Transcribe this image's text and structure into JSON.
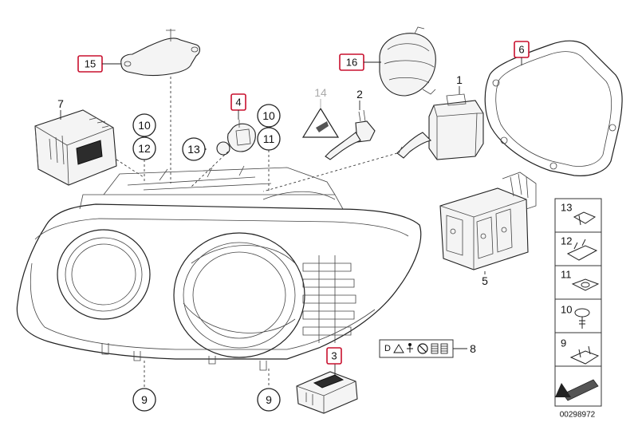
{
  "diagram": {
    "parts_red": [
      {
        "id": "p15",
        "label": "15"
      },
      {
        "id": "p16",
        "label": "16"
      },
      {
        "id": "p6",
        "label": "6"
      },
      {
        "id": "p4",
        "label": "4"
      },
      {
        "id": "p3",
        "label": "3"
      }
    ],
    "parts_circle": [
      {
        "id": "c10a",
        "label": "10"
      },
      {
        "id": "c12",
        "label": "12"
      },
      {
        "id": "c13",
        "label": "13"
      },
      {
        "id": "c10b",
        "label": "10"
      },
      {
        "id": "c11",
        "label": "11"
      },
      {
        "id": "c9a",
        "label": "9"
      },
      {
        "id": "c9b",
        "label": "9"
      }
    ],
    "parts_plain": [
      {
        "id": "t7",
        "label": "7"
      },
      {
        "id": "t14",
        "label": "14"
      },
      {
        "id": "t2",
        "label": "2"
      },
      {
        "id": "t1",
        "label": "1"
      },
      {
        "id": "t5",
        "label": "5"
      },
      {
        "id": "t8",
        "label": "8"
      }
    ],
    "legend_panel": [
      {
        "label": "13"
      },
      {
        "label": "12"
      },
      {
        "label": "11"
      },
      {
        "label": "10"
      },
      {
        "label": "9"
      }
    ],
    "warning_label_text": "D",
    "part_code": "00298972",
    "colors": {
      "highlight": "#c8102e",
      "line": "#222222",
      "muted": "#aaaaaa"
    }
  }
}
